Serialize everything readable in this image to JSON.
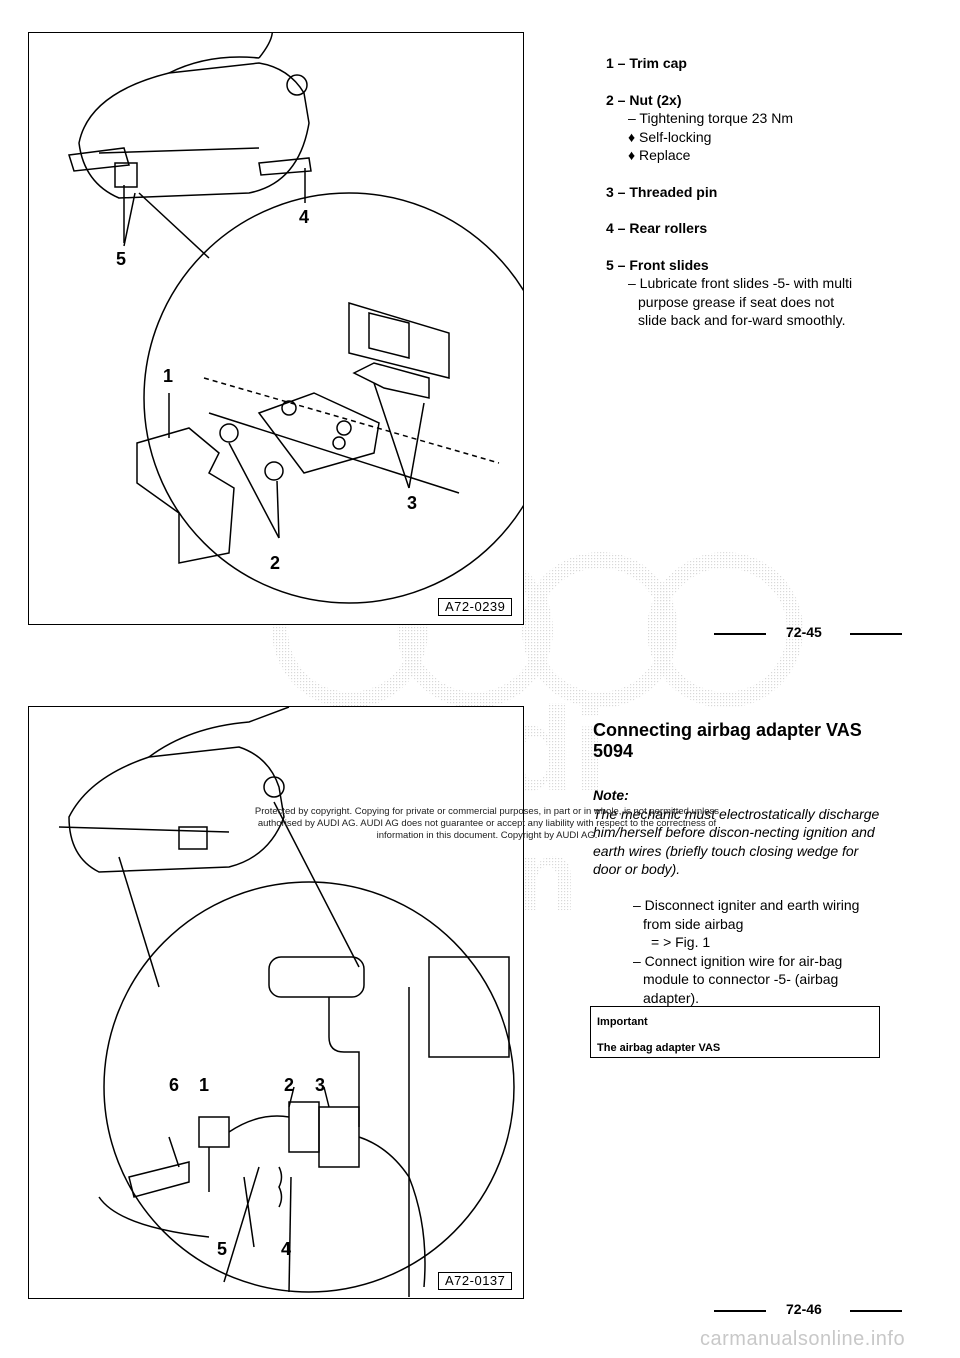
{
  "page1": {
    "figure_id": "A72-0239",
    "callouts": [
      "1",
      "2",
      "3",
      "4",
      "5"
    ],
    "legend": [
      {
        "num": "1",
        "title": "Trim cap",
        "subs": []
      },
      {
        "num": "2",
        "title": "Nut (2x)",
        "subs": [
          "– Tightening torque 23 Nm",
          "♦ Self-locking",
          "♦ Replace"
        ]
      },
      {
        "num": "3",
        "title": "Threaded pin",
        "subs": []
      },
      {
        "num": "4",
        "title": "Rear rollers",
        "subs": []
      },
      {
        "num": "5",
        "title": "Front slides",
        "subs": [
          "– Lubricate front slides -5- with multi purpose grease if seat does not slide back and for-ward smoothly."
        ]
      }
    ],
    "page_number": "72-45"
  },
  "page2": {
    "figure_id": "A72-0137",
    "callouts": [
      "6",
      "1",
      "2",
      "3",
      "5",
      "4"
    ],
    "heading": "Connecting airbag adapter VAS 5094",
    "note_label": "Note:",
    "note_text": "The mechanic must electrostatically discharge him/herself before discon-necting ignition and earth wires (briefly touch closing wedge for door or body).",
    "steps": [
      "– Disconnect igniter and earth wiring from side airbag",
      "= > Fig. 1",
      "– Connect ignition wire for air-bag module to connector -5- (airbag adapter)."
    ],
    "important_title": "Important",
    "important_text": "The airbag adapter VAS",
    "page_number": "72-46"
  },
  "watermark": {
    "copyright": "Protected by copyright. Copying for private or commercial purposes, in part or in whole, is not permitted unless authorised by AUDI AG. AUDI AG does not guarantee or accept any liability with respect to the correctness of information in this document. Copyright by AUDI AG."
  },
  "footer_url": "carmanualsonline.info"
}
